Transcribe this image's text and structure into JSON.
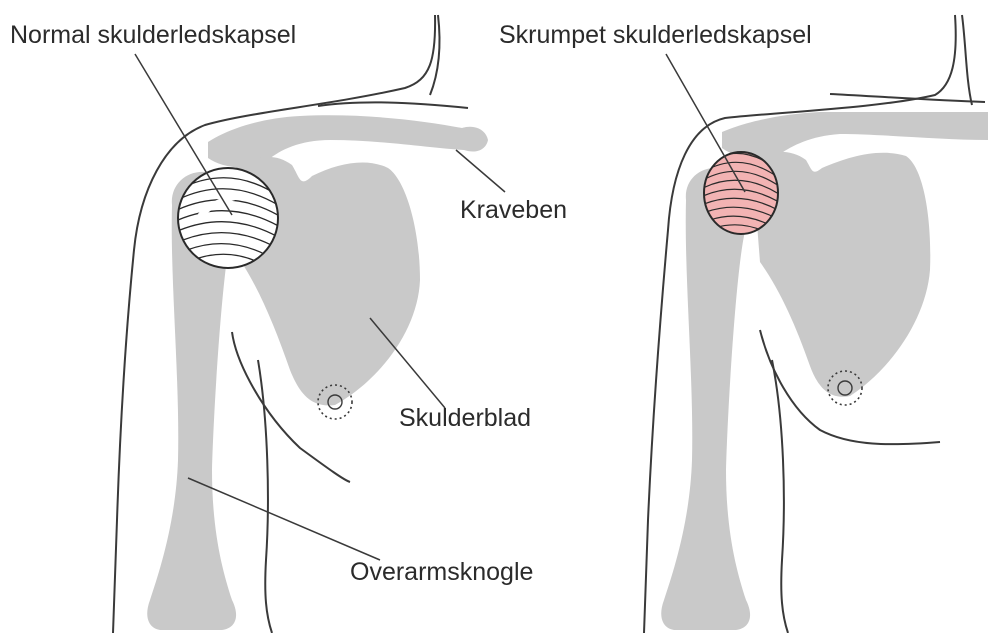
{
  "colors": {
    "bone": "#c9c9c9",
    "outline": "#3a3a3a",
    "capsule_normal": "#ffffff",
    "capsule_frozen": "#f2b3b3",
    "leader": "#3a3a3a"
  },
  "left_figure": {
    "capsule_label": "Normal skulderledskapsel",
    "clavicle_label": "Kraveben",
    "scapula_label": "Skulderblad",
    "humerus_label": "Overarmsknogle"
  },
  "right_figure": {
    "capsule_label": "Skrumpet skulderledskapsel"
  }
}
